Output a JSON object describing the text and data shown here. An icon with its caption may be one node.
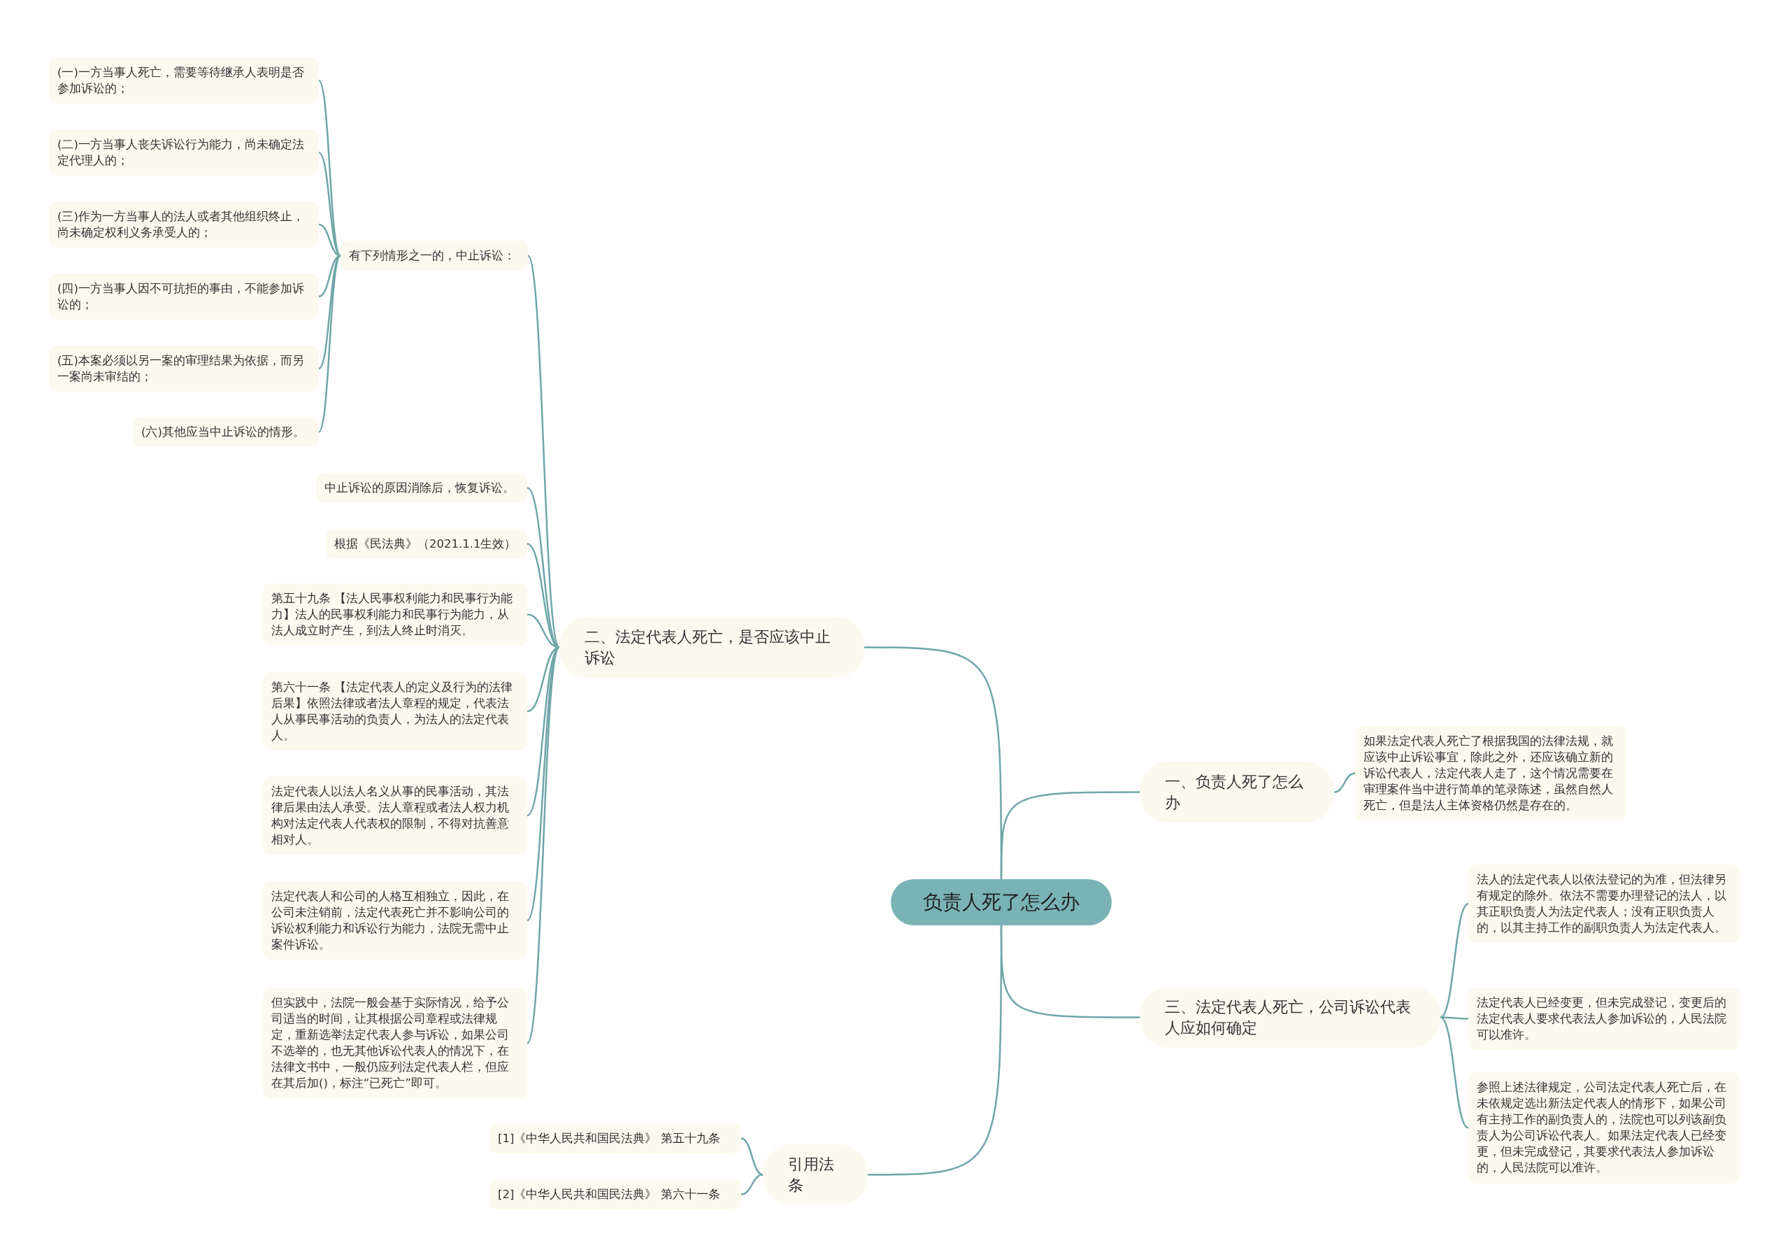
{
  "diagram": {
    "nodes": [
      {
        "text": [
          "负责人死了怎么办"
        ]
      },
      {
        "text": [
          "二、法定代表人死亡，是否应该中止诉讼"
        ]
      },
      {
        "text": [
          "有下列情形之一的，中止诉讼："
        ]
      },
      {
        "text": [
          "(一)一方当事人死亡，需要等待继承人表明是否参加诉讼的；"
        ]
      },
      {
        "text": [
          "(二)一方当事人丧失诉讼行为能力，尚未确定法定代理人的；"
        ]
      },
      {
        "text": [
          "(三)作为一方当事人的法人或者其他组织终止，尚未确定权利义务承受人的；"
        ]
      },
      {
        "text": [
          "(四)一方当事人因不可抗拒的事由，不能参加诉讼的；"
        ]
      },
      {
        "text": [
          "(五)本案必须以另一案的审理结果为依据，而另一案尚未审结的；"
        ]
      },
      {
        "text": [
          "(六)其他应当中止诉讼的情形。"
        ]
      },
      {
        "text": [
          "中止诉讼的原因消除后，恢复诉讼。"
        ]
      },
      {
        "text": [
          "根据《民法典》（2021.1.1生效）"
        ]
      },
      {
        "text": [
          "第五十九条 【法人民事权利能力和民事行为能力】法人的民事权利能力和民事行为能力，从法人成立时产生，到法人终止时消灭。"
        ]
      },
      {
        "text": [
          "第六十一条 【法定代表人的定义及行为的法律后果】依照法律或者法人章程的规定，代表法人从事民事活动的负责人，为法人的法定代表人。"
        ]
      },
      {
        "text": [
          "法定代表人以法人名义从事的民事活动，其法律后果由法人承受。法人章程或者法人权力机构对法定代表人代表权的限制，不得对抗善意相对人。"
        ]
      },
      {
        "text": [
          "法定代表人和公司的人格互相独立，因此，在公司未注销前，法定代表死亡并不影响公司的诉讼权利能力和诉讼行为能力，法院无需中止案件诉讼。"
        ]
      },
      {
        "text": [
          "但实践中，法院一般会基于实际情况，给予公司适当的时间，让其根据公司章程或法律规定，重新选举法定代表人参与诉讼，如果公司不选举的，也无其他诉讼代表人的情况下，在法律文书中，一般仍应列法定代表人栏，但应在其后加()，标注“已死亡”即可。"
        ]
      },
      {
        "text": [
          "一、负责人死了怎么办"
        ]
      },
      {
        "text": [
          "如果法定代表人死亡了根据我国的法律法规，就应该中止诉讼事宜，除此之外，还应该确立新的诉讼代表人，法定代表人走了，这个情况需要在审理案件当中进行简单的笔录陈述，虽然自然人死亡，但是法人主体资格仍然是存在的。"
        ]
      },
      {
        "text": [
          "三、法定代表人死亡，公司诉讼代表人应如何确定"
        ]
      },
      {
        "text": [
          "法人的法定代表人以依法登记的为准，但法律另有规定的除外。依法不需要办理登记的法人，以其正职负责人为法定代表人；没有正职负责人的，以其主持工作的副职负责人为法定代表人。"
        ]
      },
      {
        "text": [
          "法定代表人已经变更，但未完成登记，变更后的法定代表人要求代表法人参加诉讼的，人民法院可以准许。"
        ]
      },
      {
        "text": [
          "参照上述法律规定，公司法定代表人死亡后，在未依规定选出新法定代表人的情形下，如果公司有主持工作的副负责人的，法院也可以列该副负责人为公司诉讼代表人。如果法定代表人已经变更，但未完成登记，其要求代表法人参加诉讼的，人民法院可以准许。"
        ]
      },
      {
        "text": [
          "引用法条"
        ]
      },
      {
        "text": [
          "[1]《中华人民共和国民法典》 第五十九条"
        ]
      },
      {
        "text": [
          "[2]《中华人民共和国民法典》 第六十一条"
        ]
      }
    ],
    "edges": [
      {
        "from": 0,
        "to": 1,
        "arrow": "none"
      },
      {
        "from": 1,
        "to": 2,
        "arrow": "none"
      },
      {
        "from": 2,
        "to": 3,
        "arrow": "none"
      },
      {
        "from": 2,
        "to": 4,
        "arrow": "none"
      },
      {
        "from": 2,
        "to": 5,
        "arrow": "none"
      },
      {
        "from": 2,
        "to": 6,
        "arrow": "none"
      },
      {
        "from": 2,
        "to": 7,
        "arrow": "none"
      },
      {
        "from": 2,
        "to": 8,
        "arrow": "none"
      },
      {
        "from": 1,
        "to": 9,
        "arrow": "none"
      },
      {
        "from": 1,
        "to": 10,
        "arrow": "none"
      },
      {
        "from": 1,
        "to": 11,
        "arrow": "none"
      },
      {
        "from": 1,
        "to": 12,
        "arrow": "none"
      },
      {
        "from": 1,
        "to": 13,
        "arrow": "none"
      },
      {
        "from": 1,
        "to": 14,
        "arrow": "none"
      },
      {
        "from": 1,
        "to": 15,
        "arrow": "none"
      },
      {
        "from": 0,
        "to": 16,
        "arrow": "none"
      },
      {
        "from": 16,
        "to": 17,
        "arrow": "none"
      },
      {
        "from": 0,
        "to": 18,
        "arrow": "none"
      },
      {
        "from": 18,
        "to": 19,
        "arrow": "none"
      },
      {
        "from": 18,
        "to": 20,
        "arrow": "none"
      },
      {
        "from": 18,
        "to": 21,
        "arrow": "none"
      },
      {
        "from": 0,
        "to": 22,
        "arrow": "none"
      },
      {
        "from": 22,
        "to": 23,
        "arrow": "none"
      },
      {
        "from": 22,
        "to": 24,
        "arrow": "none"
      }
    ]
  }
}
